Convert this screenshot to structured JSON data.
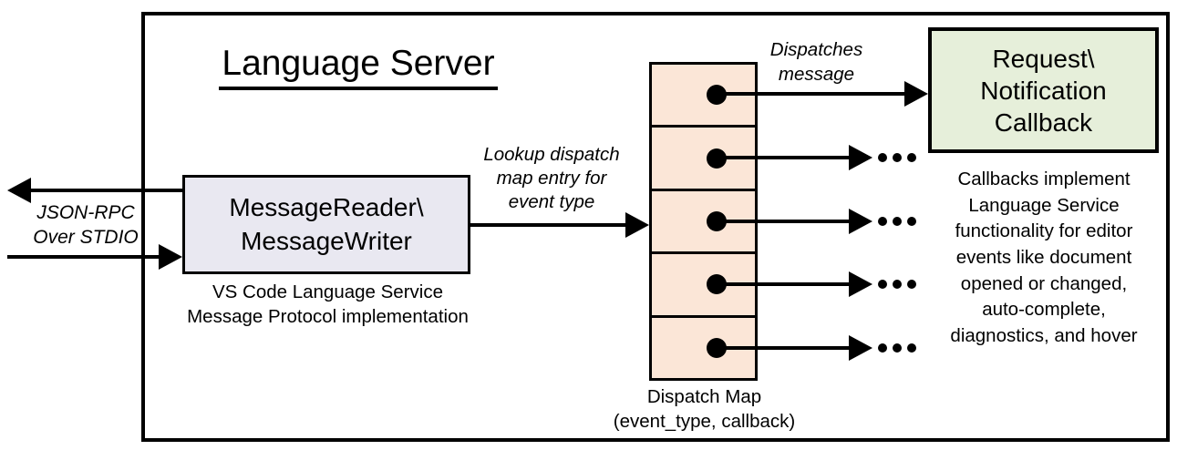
{
  "title": "Language Server",
  "io_label": {
    "line1": "JSON-RPC",
    "line2": "Over STDIO"
  },
  "message_box": {
    "line1": "MessageReader\\",
    "line2": "MessageWriter",
    "caption_line1": "VS Code Language Service",
    "caption_line2": "Message Protocol implementation"
  },
  "lookup_label": {
    "line1": "Lookup dispatch",
    "line2": "map entry for",
    "line3": "event type"
  },
  "dispatches_label": {
    "line1": "Dispatches",
    "line2": "message"
  },
  "callback_box": {
    "line1": "Request\\",
    "line2": "Notification",
    "line3": "Callback"
  },
  "dispatch_map": {
    "slot_count": 5,
    "label_line1": "Dispatch Map",
    "label_line2": "(event_type, callback)"
  },
  "callbacks_note": [
    "Callbacks implement",
    "Language Service",
    "functionality for editor",
    "events like document",
    "opened or changed,",
    "auto-complete,",
    "diagnostics, and hover"
  ],
  "colors": {
    "message_box_fill": "#E9E8F1",
    "dispatch_cell_fill": "#FBE6D7",
    "callback_box_fill": "#E6EFDA",
    "stroke": "#000000"
  }
}
